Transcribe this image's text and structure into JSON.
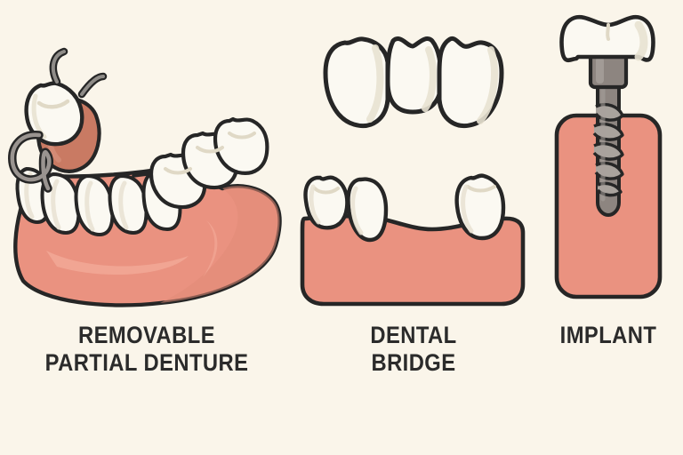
{
  "background_color": "#faf5ea",
  "palette": {
    "background": "#faf5ea",
    "gum_pink": "#ea9280",
    "gum_pink_shadow": "#d9806f",
    "gum_pink_highlight": "#f0a593",
    "saddle_pink": "#c97a63",
    "tooth_white": "#fbf9f2",
    "tooth_shade": "#e8e2d2",
    "metal_gray": "#8d8580",
    "metal_gray_light": "#a9a39d",
    "metal_clasp": "#8f8c88",
    "outline": "#262626",
    "text": "#2b2b2b"
  },
  "panels": [
    {
      "id": "denture",
      "label": "REMOVABLE\nPARTIAL DENTURE",
      "illustration": "removable-partial-denture",
      "parts": [
        "acrylic-gum-arch",
        "anterior-teeth",
        "posterior-molars",
        "pink-acrylic-saddle",
        "replacement-molar",
        "metal-clasp-arm-upper",
        "metal-clasp-arm-lower",
        "metal-retainer-hook"
      ]
    },
    {
      "id": "bridge",
      "label": "DENTAL\nBRIDGE",
      "illustration": "dental-bridge",
      "parts": [
        "gum-block",
        "abutment-tooth-left",
        "abutment-tooth-right",
        "missing-tooth-gap",
        "bridge-crown-left",
        "bridge-crown-center-pontic",
        "bridge-crown-right"
      ]
    },
    {
      "id": "implant",
      "label": "IMPLANT",
      "illustration": "dental-implant",
      "parts": [
        "gum-block",
        "implant-crown",
        "abutment-collar",
        "threaded-screw-post"
      ]
    }
  ]
}
